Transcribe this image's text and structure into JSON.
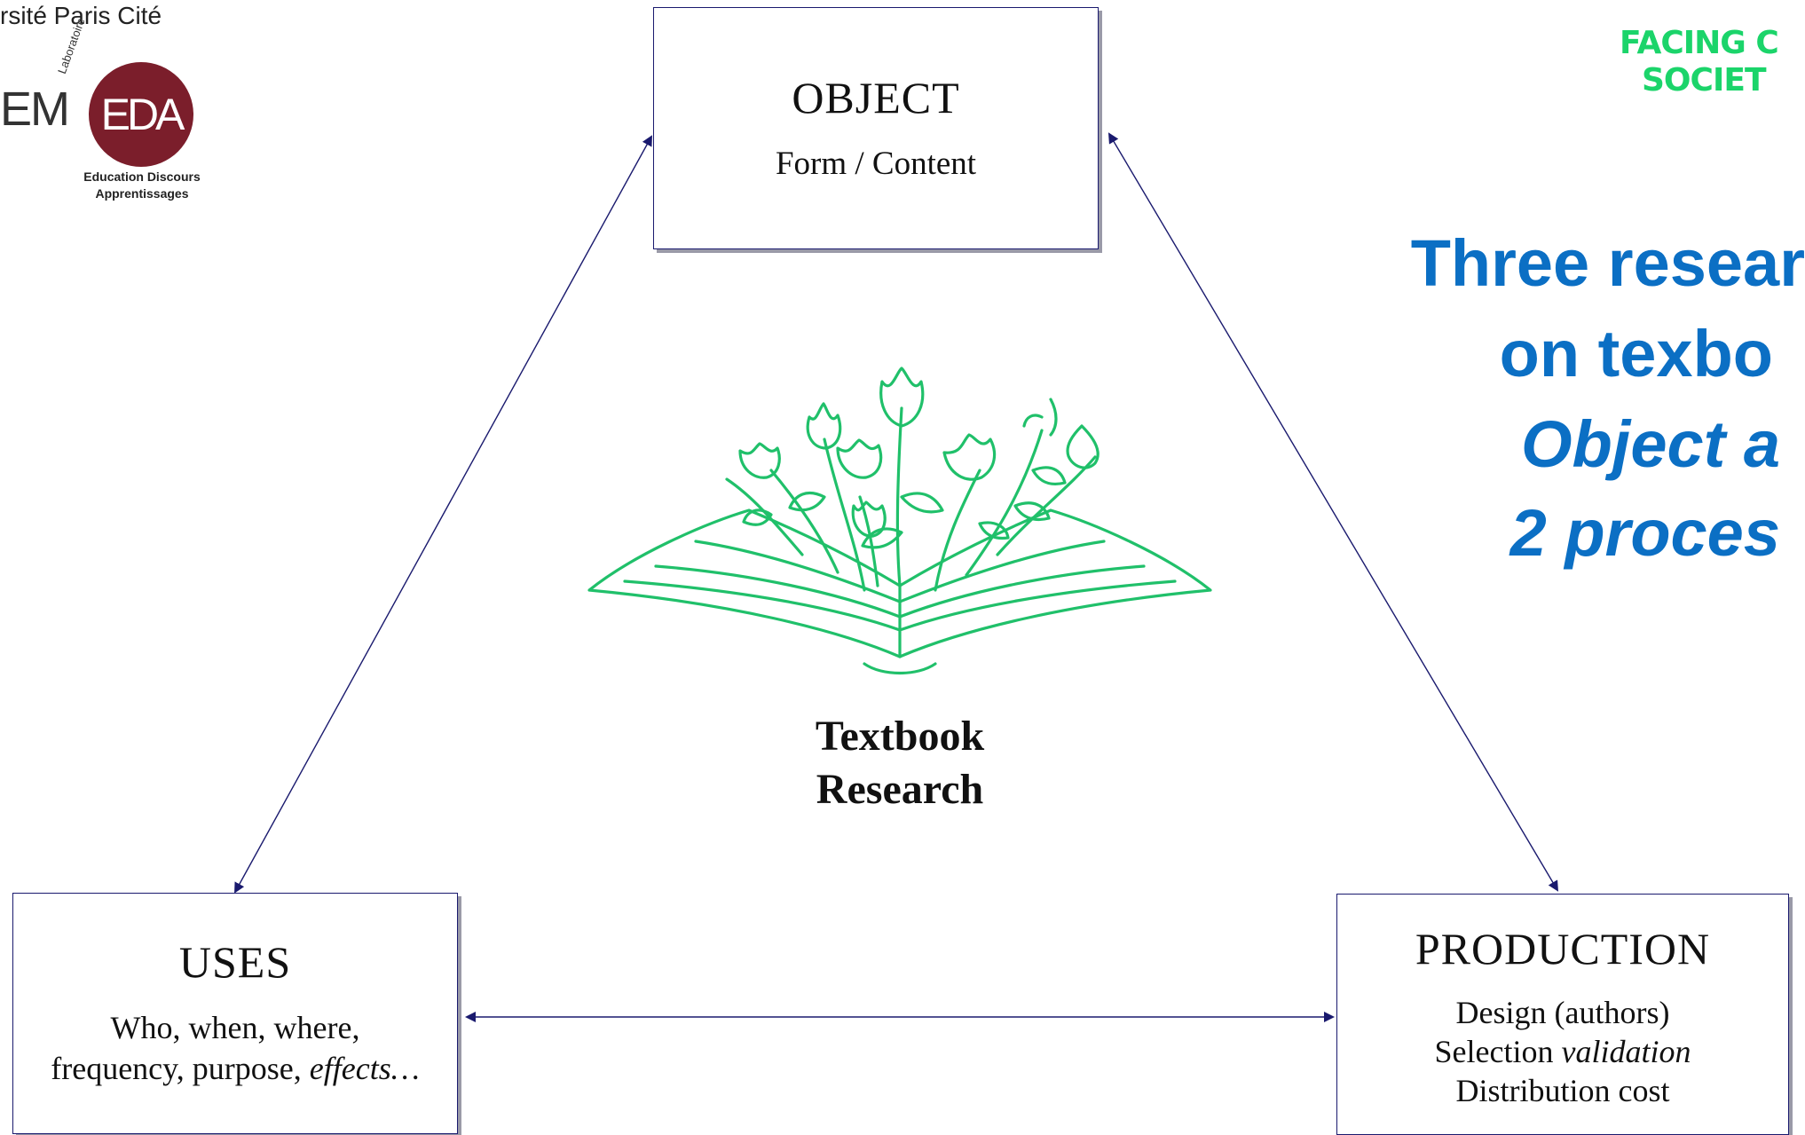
{
  "header": {
    "university": "rsité Paris Cité",
    "lab_left_fragment": "EM",
    "lab_tag": "Laboratoire",
    "lab_logo_letters": "EDA",
    "lab_name_line1": "Education Discours",
    "lab_name_line2": "Apprentissages",
    "badge_line1": "FACING C",
    "badge_line2": "SOCIET"
  },
  "heading": {
    "line1": "Three resear",
    "line2": "on texbo",
    "line3": "Object a",
    "line4": "2 proces"
  },
  "diagram": {
    "center_title_line1": "Textbook",
    "center_title_line2": "Research",
    "object": {
      "title": "OBJECT",
      "subtitle": "Form / Content"
    },
    "uses": {
      "title": "USES",
      "line1": "Who, when, where,",
      "line2_plain": "frequency, purpose,",
      "line2_italic": "effects…"
    },
    "production": {
      "title": "PRODUCTION",
      "line1": "Design (authors)",
      "line2_plain": "Selection",
      "line2_italic": "validation",
      "line3": "Distribution cost"
    }
  },
  "colors": {
    "heading_blue": "#0b6fc4",
    "badge_green": "#1bd46a",
    "illustration_green": "#20c06a",
    "eda_red": "#7b1e2b",
    "arrow_navy": "#1a1a6e"
  }
}
